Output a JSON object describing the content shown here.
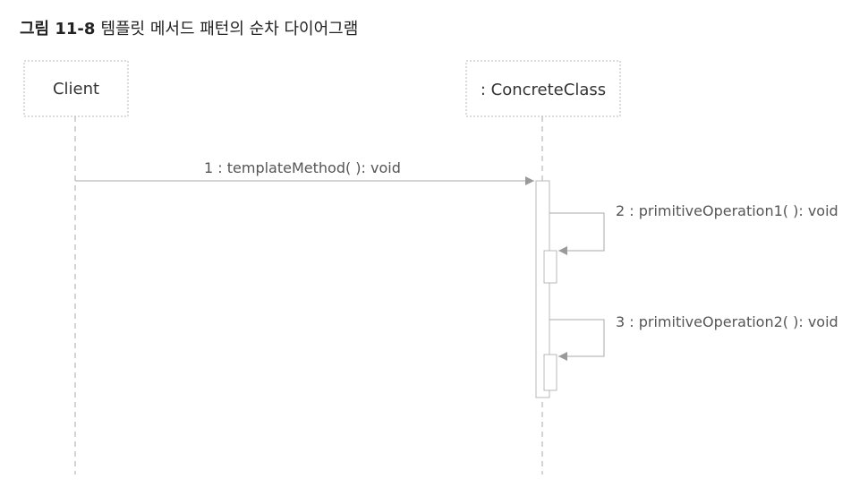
{
  "caption": {
    "figure_number": "그림 11-8",
    "title": "템플릿 메서드 패턴의 순차 다이어그램"
  },
  "participants": [
    {
      "id": "client",
      "label": "Client"
    },
    {
      "id": "concrete",
      "label": ": ConcreteClass"
    }
  ],
  "messages": [
    {
      "label": "1 : templateMethod( ): void"
    },
    {
      "label": "2 : primitiveOperation1( ): void"
    },
    {
      "label": "3 : primitiveOperation2( ): void"
    }
  ],
  "colors": {
    "line": "#a8a8a8",
    "arrow": "#9a9a9a",
    "box_border": "#b8b8b8",
    "text": "#333333",
    "message_text": "#555555"
  }
}
